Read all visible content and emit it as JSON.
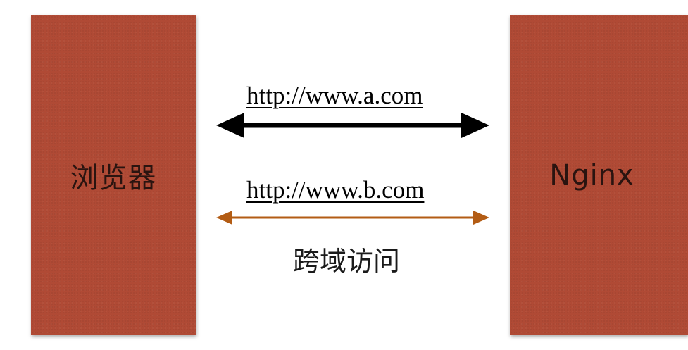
{
  "browser_box": {
    "label": "浏览器",
    "color": "#b04a35"
  },
  "server_box": {
    "label": "Nginx",
    "color": "#b04a35"
  },
  "connection_a": {
    "url": "http://www.a.com",
    "arrow_color": "#000000"
  },
  "connection_b": {
    "url": "http://www.b.com",
    "arrow_color": "#b35c14"
  },
  "annotation": {
    "text": "跨域访问"
  }
}
